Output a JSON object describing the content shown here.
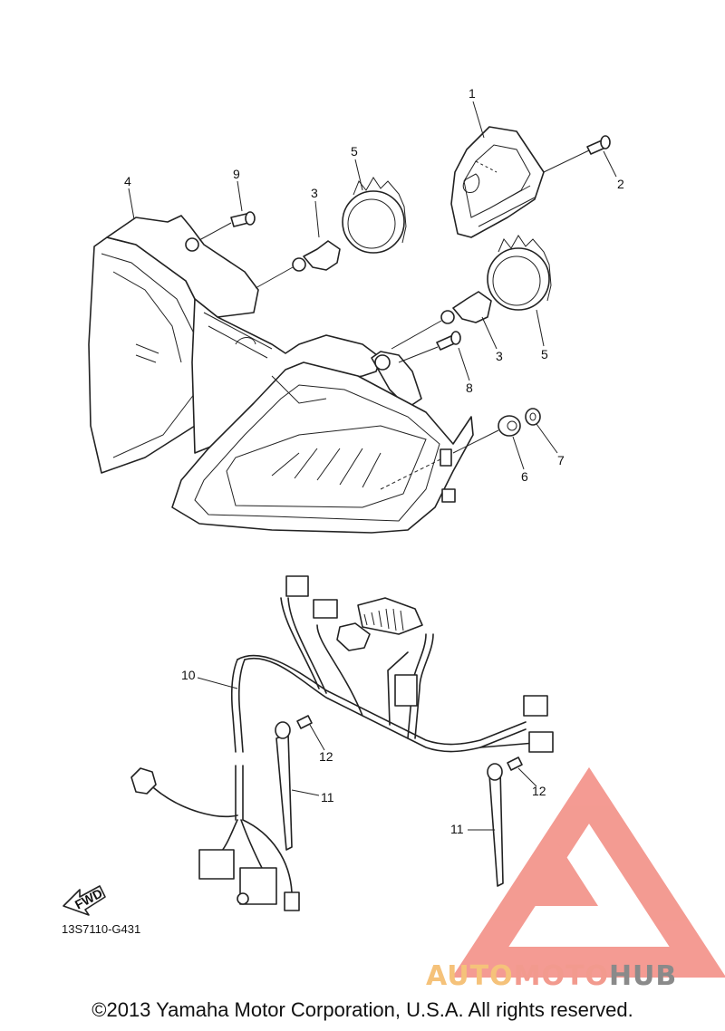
{
  "diagram": {
    "part_labels": [
      {
        "id": "1",
        "text": "1"
      },
      {
        "id": "2",
        "text": "2"
      },
      {
        "id": "3a",
        "text": "3"
      },
      {
        "id": "3b",
        "text": "3"
      },
      {
        "id": "4",
        "text": "4"
      },
      {
        "id": "5a",
        "text": "5"
      },
      {
        "id": "5b",
        "text": "5"
      },
      {
        "id": "6",
        "text": "6"
      },
      {
        "id": "7",
        "text": "7"
      },
      {
        "id": "8",
        "text": "8"
      },
      {
        "id": "9",
        "text": "9"
      },
      {
        "id": "10",
        "text": "10"
      },
      {
        "id": "11a",
        "text": "11"
      },
      {
        "id": "11b",
        "text": "11"
      },
      {
        "id": "12a",
        "text": "12"
      },
      {
        "id": "12b",
        "text": "12"
      }
    ],
    "fwd_label": "FWD",
    "drawing_code": "13S7110-G431",
    "copyright": "©2013 Yamaha Motor Corporation, U.S.A. All rights reserved."
  },
  "watermark": {
    "part1": "AUTO",
    "part2": "MOTO",
    "part3": "HUB",
    "colors": {
      "auto": "#f5c27a",
      "moto": "#f29a8e",
      "hub": "#8a8a8a",
      "logo": "#f27878"
    }
  }
}
